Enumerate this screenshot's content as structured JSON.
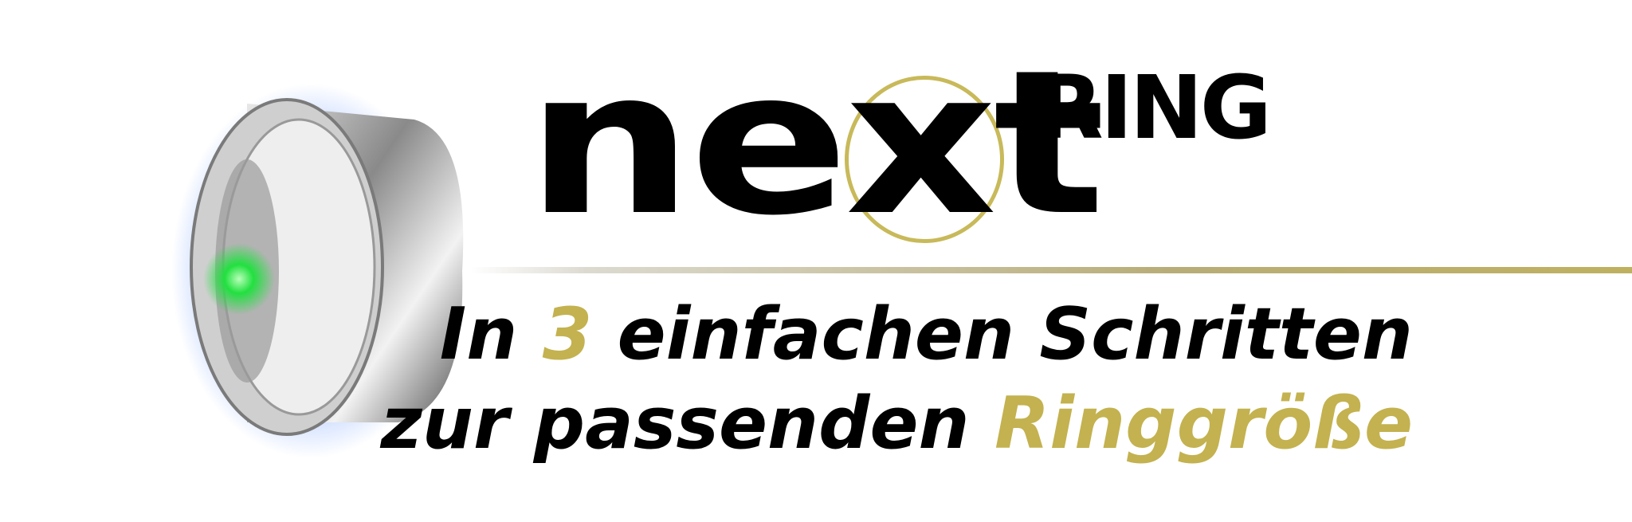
{
  "logo": {
    "part1": "nex",
    "part2": "t",
    "part3": "RING"
  },
  "headline": {
    "line1_before": "In ",
    "line1_highlight": "3",
    "line1_after": " einfachen Schritten",
    "line2_before": "zur passenden ",
    "line2_highlight": "Ringgröße"
  },
  "colors": {
    "gold": "#c3b24f",
    "glow": "#6f9cff",
    "led": "#22e040"
  }
}
